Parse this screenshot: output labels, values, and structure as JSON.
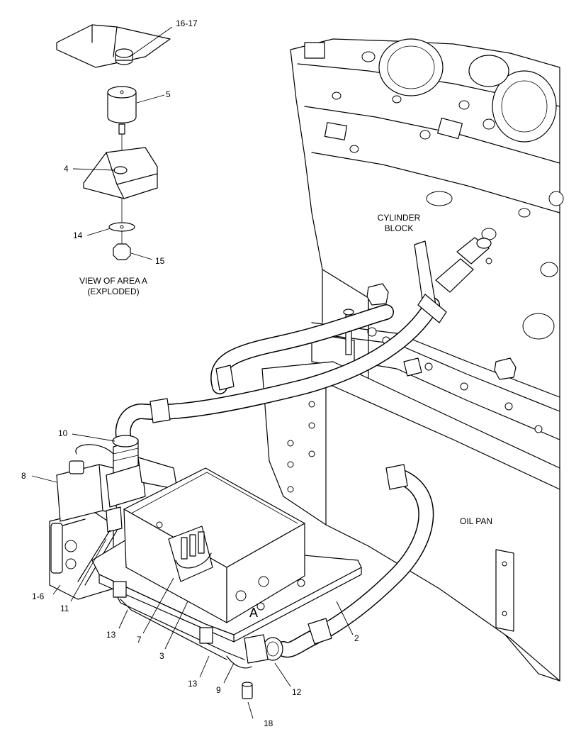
{
  "labels": {
    "view_caption_line1": "VIEW OF AREA A",
    "view_caption_line2": "(EXPLODED)",
    "cylinder_block_line1": "CYLINDER",
    "cylinder_block_line2": "BLOCK",
    "oil_pan": "OIL PAN",
    "area_marker": "A"
  },
  "callouts": {
    "c16_17": "16-17",
    "c5": "5",
    "c4": "4",
    "c14": "14",
    "c15": "15",
    "c10": "10",
    "c8": "8",
    "c1_6": "1-6",
    "c11": "11",
    "c13a": "13",
    "c7": "7",
    "c3": "3",
    "c2": "2",
    "c13b": "13",
    "c9": "9",
    "c12": "12",
    "c18": "18"
  }
}
